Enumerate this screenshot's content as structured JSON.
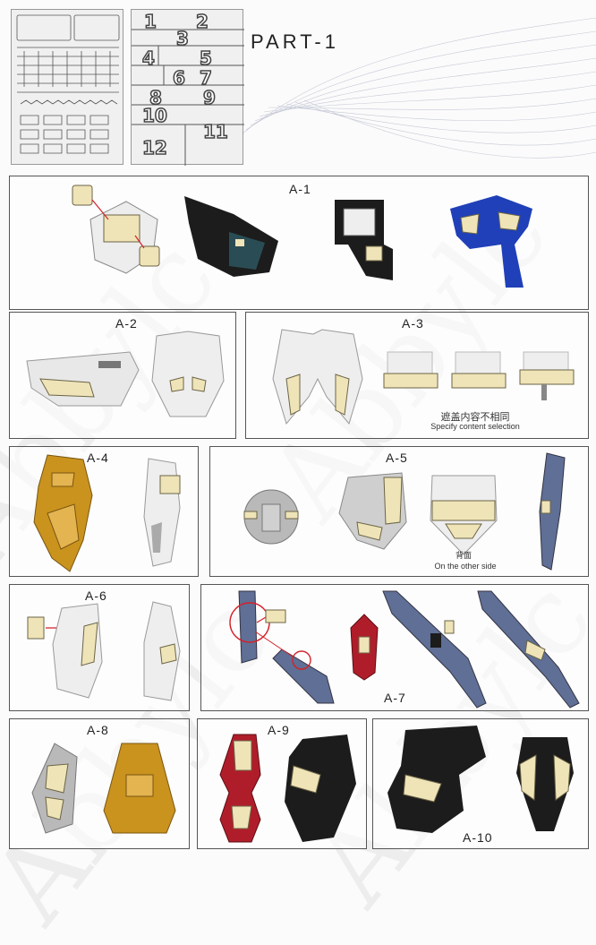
{
  "header": {
    "title": "PART-1"
  },
  "sheet_numbers": [
    "1",
    "2",
    "3",
    "4",
    "5",
    "6",
    "7",
    "8",
    "9",
    "10",
    "11",
    "12"
  ],
  "watermark": "Abbylc",
  "panels": {
    "a1": "A-1",
    "a2": "A-2",
    "a3": "A-3",
    "a4": "A-4",
    "a5": "A-5",
    "a6": "A-6",
    "a7": "A-7",
    "a8": "A-8",
    "a9": "A-9",
    "a10": "A-10"
  },
  "captions": {
    "a3_cn": "遮盖内容不相同",
    "a3_en": "Specify content selection",
    "a5_cn": "背面",
    "a5_en": "On the other side"
  },
  "colors": {
    "decal": "#efe4b8",
    "decal_edge": "#6b6446",
    "gold": "#c9931e",
    "blue": "#1f40b8",
    "steel": "#5f6f95",
    "red": "#b01d2a",
    "black": "#1c1c1c",
    "white_part": "#eeeeee",
    "grey_part": "#b9b9b9",
    "leader": "#d3222a"
  }
}
